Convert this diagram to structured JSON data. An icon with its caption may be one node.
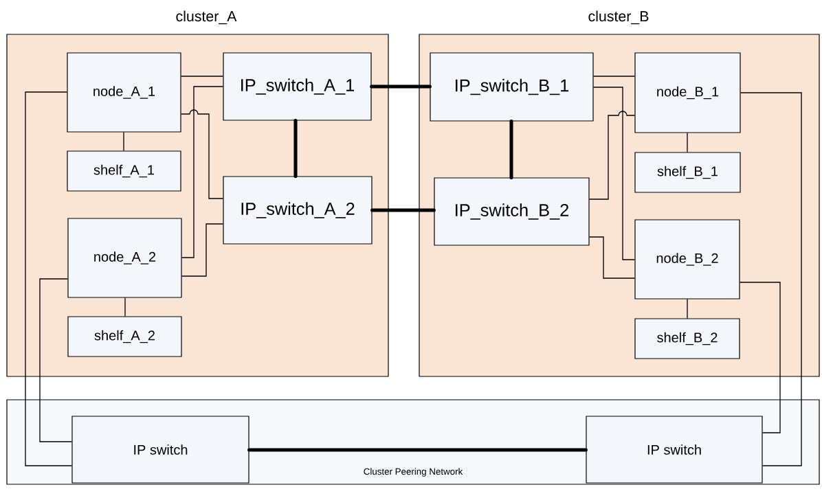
{
  "diagram": {
    "nodes": [
      {
        "text": [
          "cluster_A"
        ]
      },
      {
        "text": [
          "node_A_1"
        ],
        "in": 0
      },
      {
        "text": [
          "IP_switch_A_1"
        ],
        "in": 0
      },
      {
        "text": [
          "shelf_A_1"
        ],
        "in": 0
      },
      {
        "text": [
          "IP_switch_A_2"
        ],
        "in": 0
      },
      {
        "text": [
          "node_A_2"
        ],
        "in": 0
      },
      {
        "text": [
          "shelf_A_2"
        ],
        "in": 0
      },
      {
        "text": [
          "cluster_B"
        ]
      },
      {
        "text": [
          "IP_switch_B_1"
        ],
        "in": 7
      },
      {
        "text": [
          "node_B_1"
        ],
        "in": 7
      },
      {
        "text": [
          "shelf_B_1"
        ],
        "in": 7
      },
      {
        "text": [
          "IP_switch_B_2"
        ],
        "in": 7
      },
      {
        "text": [
          "node_B_2"
        ],
        "in": 7
      },
      {
        "text": [
          "shelf_B_2"
        ],
        "in": 7
      },
      {
        "text": [
          "Cluster Peering Network"
        ]
      },
      {
        "text": [
          "IP switch"
        ],
        "in": 14
      },
      {
        "text": [
          "IP switch"
        ],
        "in": 14
      }
    ],
    "edges": [
      {
        "from": 1,
        "to": 2,
        "arrow": "none"
      },
      {
        "from": 2,
        "to": 5,
        "arrow": "none"
      },
      {
        "from": 1,
        "to": 4,
        "arrow": "none"
      },
      {
        "from": 5,
        "to": 4,
        "arrow": "none"
      },
      {
        "from": 1,
        "to": 3,
        "arrow": "none"
      },
      {
        "from": 5,
        "to": 6,
        "arrow": "none"
      },
      {
        "from": 2,
        "to": 4,
        "arrow": "none",
        "style": "thick"
      },
      {
        "from": 2,
        "to": 8,
        "arrow": "none",
        "style": "thick"
      },
      {
        "from": 4,
        "to": 11,
        "arrow": "none",
        "style": "thick"
      },
      {
        "from": 8,
        "to": 11,
        "arrow": "none",
        "style": "thick"
      },
      {
        "from": 8,
        "to": 9,
        "arrow": "none"
      },
      {
        "from": 8,
        "to": 12,
        "arrow": "none"
      },
      {
        "from": 11,
        "to": 9,
        "arrow": "none"
      },
      {
        "from": 11,
        "to": 12,
        "arrow": "none"
      },
      {
        "from": 9,
        "to": 10,
        "arrow": "none"
      },
      {
        "from": 12,
        "to": 13,
        "arrow": "none"
      },
      {
        "from": 1,
        "to": 15,
        "arrow": "none"
      },
      {
        "from": 5,
        "to": 15,
        "arrow": "none"
      },
      {
        "from": 9,
        "to": 16,
        "arrow": "none"
      },
      {
        "from": 12,
        "to": 16,
        "arrow": "none"
      },
      {
        "from": 15,
        "to": 16,
        "arrow": "none",
        "style": "thick"
      }
    ]
  }
}
